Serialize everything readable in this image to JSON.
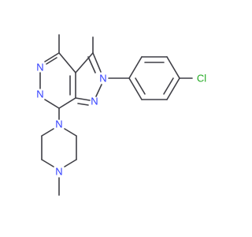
{
  "colors": {
    "bond": "#3f3f46",
    "nitrogen": "#2f3cff",
    "chlorine": "#22aa22"
  },
  "atoms": {
    "n_pyridazine_top": "N",
    "n_pyridazine_bottom": "N",
    "n_pyrazole_2": "N",
    "n_pyrazole_1": "N",
    "n_piperazine_top": "N",
    "n_piperazine_bottom": "N",
    "chlorine": "Cl"
  }
}
